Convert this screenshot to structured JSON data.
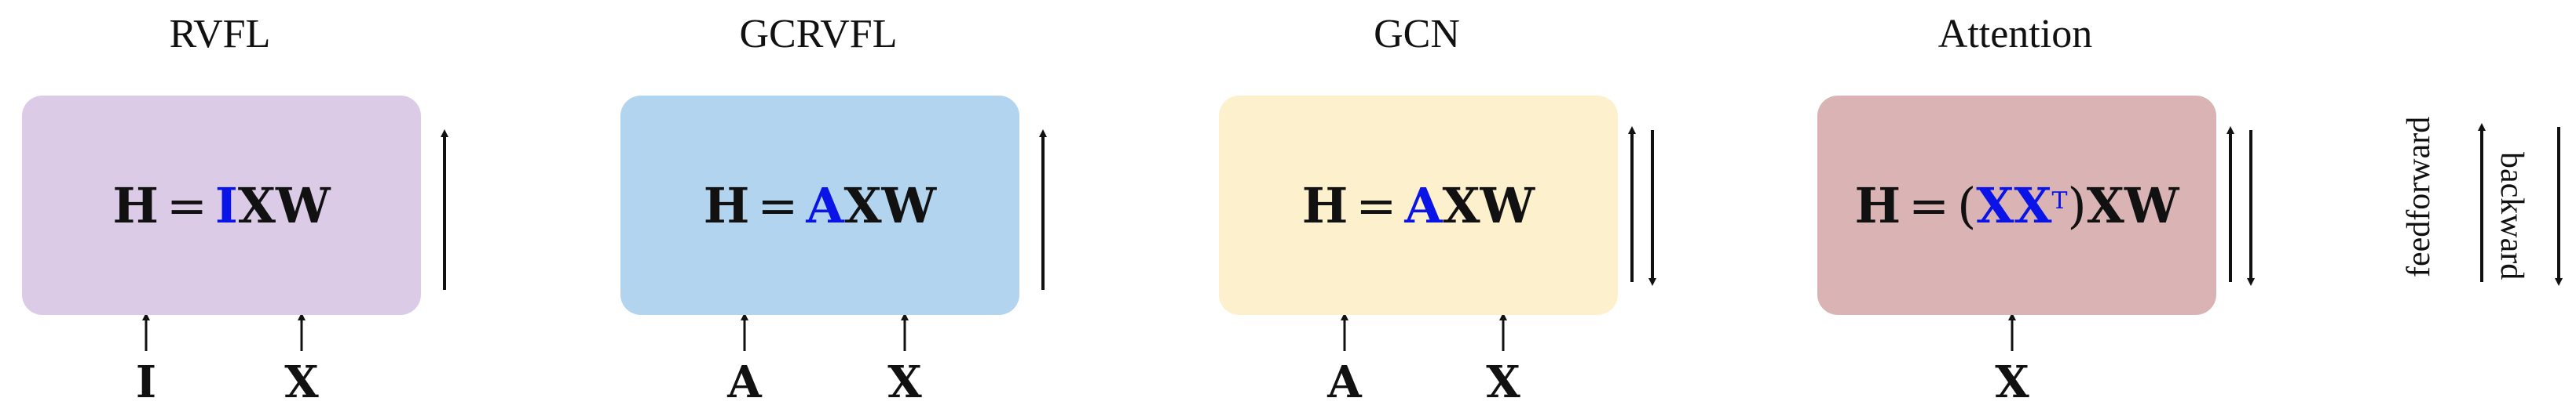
{
  "panels": [
    {
      "title": "RVFL",
      "color": "#dccbe6",
      "formula": {
        "lhs": "H",
        "eq": "=",
        "hl": "I",
        "rest": "XW"
      },
      "inputs": [
        "I",
        "X"
      ],
      "arrows": "feedforward"
    },
    {
      "title": "GCRVFL",
      "color": "#b3d4ee",
      "formula": {
        "lhs": "H",
        "eq": "=",
        "hl": "A",
        "rest": "XW"
      },
      "inputs": [
        "A",
        "X"
      ],
      "arrows": "feedforward"
    },
    {
      "title": "GCN",
      "color": "#fdf0cd",
      "formula": {
        "lhs": "H",
        "eq": "=",
        "hl": "A",
        "rest": "XW"
      },
      "inputs": [
        "A",
        "X"
      ],
      "arrows": "both"
    },
    {
      "title": "Attention",
      "color": "#dab4b4",
      "formula": {
        "lhs": "H",
        "eq": "=",
        "open": "(",
        "hl": "XX",
        "sup": "T",
        "close": ")",
        "rest": "XW"
      },
      "inputs": [
        "X"
      ],
      "arrows": "both"
    }
  ],
  "legend": {
    "feedforward": "feedforward",
    "backward": "backward"
  }
}
